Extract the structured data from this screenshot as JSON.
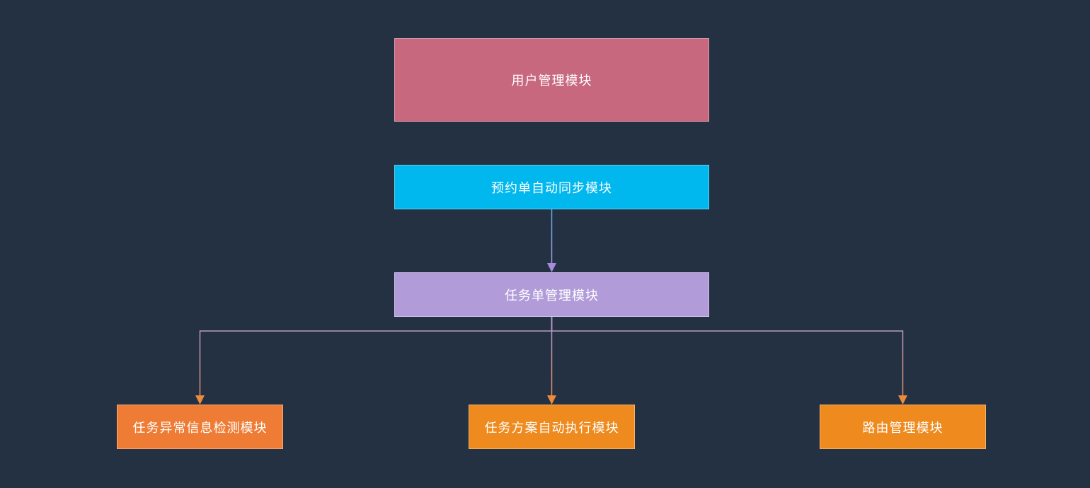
{
  "diagram": {
    "nodes": {
      "user_mgmt": {
        "label": "用户管理模块",
        "color": "#C8687F"
      },
      "booking_sync": {
        "label": "预约单自动同步模块",
        "color": "#00B7EE"
      },
      "task_mgmt": {
        "label": "任务单管理模块",
        "color": "#B19CD9"
      },
      "task_anomaly": {
        "label": "任务异常信息检测模块",
        "color": "#EE7C35"
      },
      "task_auto_exec": {
        "label": "任务方案自动执行模块",
        "color": "#EE8A1E"
      },
      "route_mgmt": {
        "label": "路由管理模块",
        "color": "#EE8A1E"
      }
    },
    "edges": [
      {
        "from": "booking_sync",
        "to": "task_mgmt"
      },
      {
        "from": "task_mgmt",
        "to": "task_anomaly"
      },
      {
        "from": "task_mgmt",
        "to": "task_auto_exec"
      },
      {
        "from": "task_mgmt",
        "to": "route_mgmt"
      }
    ],
    "colors": {
      "background": "#233142",
      "edge_top": "#5DA9E9",
      "edge_mid": "#B19CD9",
      "arrow_purple": "#A58BD8",
      "arrow_orange": "#EE8A3A"
    }
  }
}
